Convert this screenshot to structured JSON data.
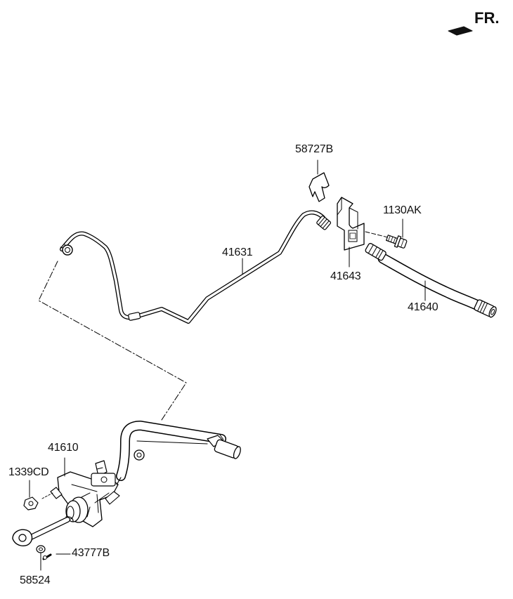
{
  "direction_label": "FR.",
  "part_labels": {
    "p58727B": "58727B",
    "p1130AK": "1130AK",
    "p41631": "41631",
    "p41643": "41643",
    "p41640": "41640",
    "p41610": "41610",
    "p1339CD": "1339CD",
    "p43777B": "43777B",
    "p58524": "58524"
  }
}
